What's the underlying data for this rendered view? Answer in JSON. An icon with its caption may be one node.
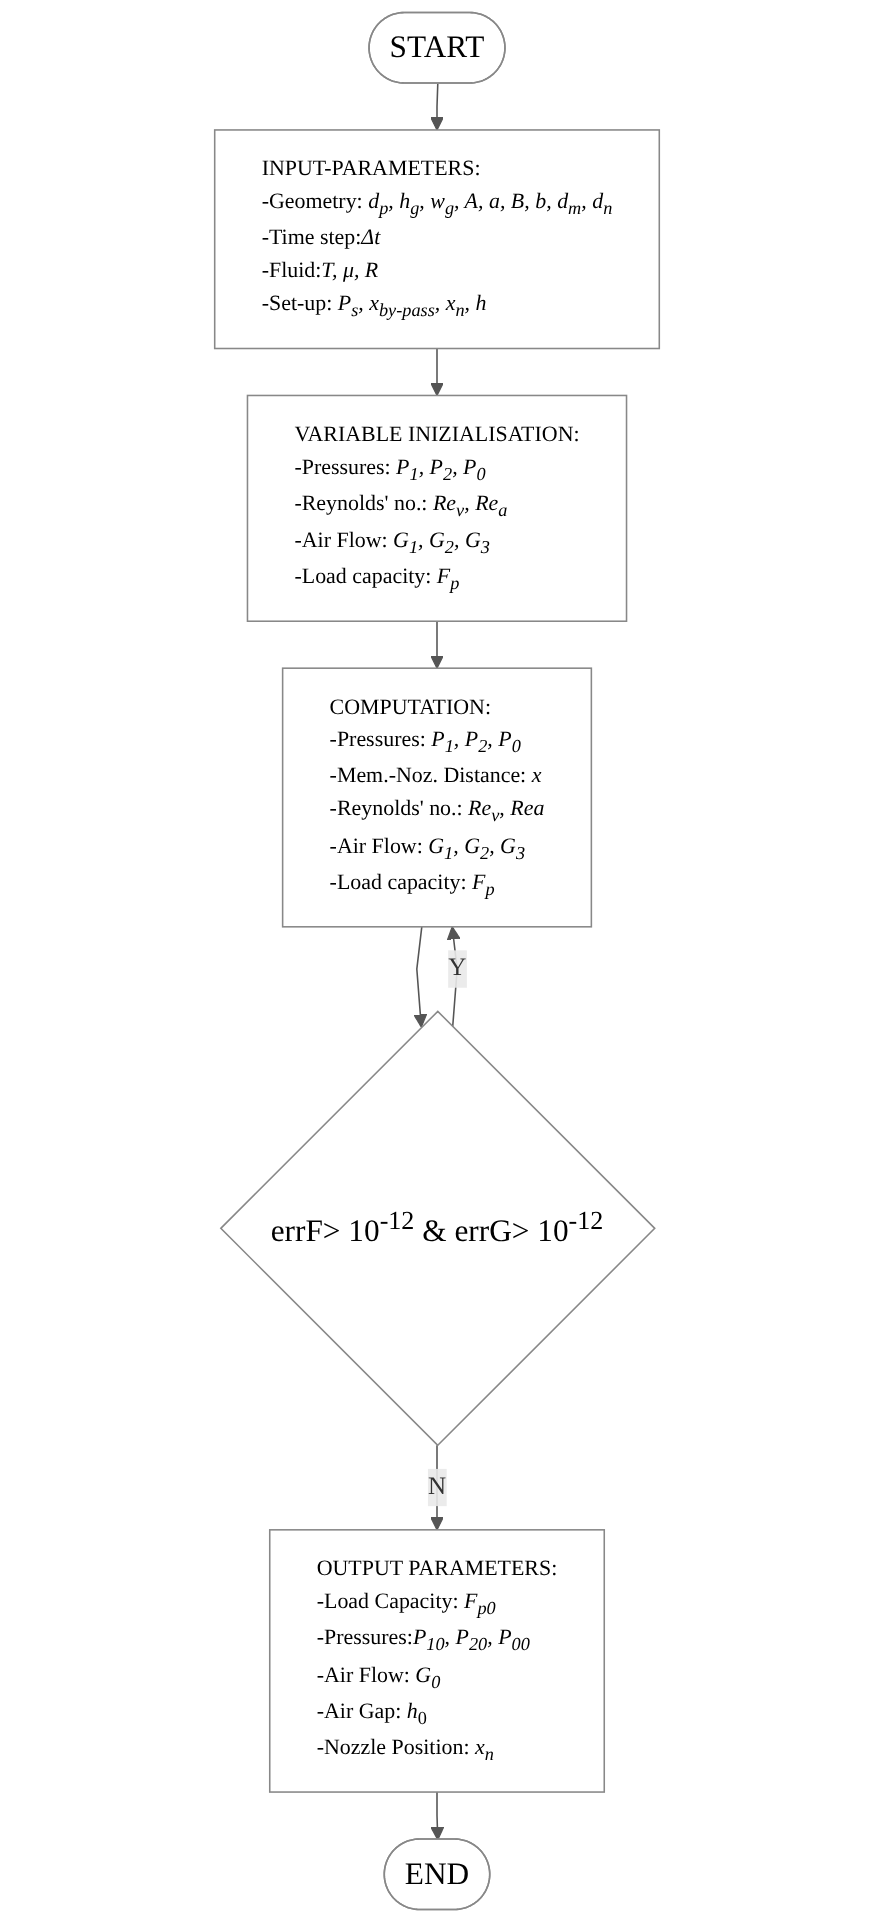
{
  "diagram": {
    "nodes": [
      {
        "text": [
          "START"
        ]
      },
      {
        "text": [
          "INPUT-PARAMETERS:",
          "-Geometry: *d$_{p}$, h$_{g}$, w$_{g}$, A, a, B, b, d$_{m}$, d$_{n}$*",
          "-Time step:*Δt*",
          "-Fluid:*T, μ, R*",
          "-Set-up: *P$_{s}$, x$_{by-pass}$, x$_{n}$, h*"
        ]
      },
      {
        "text": [
          "VARIABLE INIZIALISATION:",
          "-Pressures: *P$_{1}$, P$_{2}$, P$_{0}$*",
          "-Reynolds' no.: *Re$_{v}$, Re$_{a}$*",
          "-Air Flow: *G$_{1}$, G$_{2}$, G$_{3}$*",
          "-Load capacity: *F$_{p}$*"
        ]
      },
      {
        "text": [
          "COMPUTATION:",
          "-Pressures: *P$_{1}$, P$_{2}$, P$_{0}$*",
          "-Mem.-Noz. Distance: *x*",
          "-Reynolds' no.: *Re$_{v}$, Rea*",
          "-Air Flow: *G$_{1}$, G$_{2}$, G$_{3}$*",
          "-Load capacity: *F$_{p}$*"
        ]
      },
      {
        "text": [
          "errF> 10$^{-12}$ & errG> 10$^{-12}$"
        ]
      },
      {
        "text": [
          "OUTPUT PARAMETERS:",
          "-Load Capacity: *F$_{p0}$*",
          "-Pressures:*P$_{10}$, P$_{20}$, P$_{00}$*",
          "-Air Flow: *G$_{0}$*",
          "-Air Gap: *h*$_{0}$",
          "-Nozzle Position: *x$_{n}$*"
        ]
      },
      {
        "text": [
          "END"
        ]
      }
    ],
    "edges": [
      {
        "from": 0,
        "to": 1,
        "arrow": "to"
      },
      {
        "from": 1,
        "to": 2,
        "arrow": "to"
      },
      {
        "from": 2,
        "to": 3,
        "arrow": "to"
      },
      {
        "from": 3,
        "to": 4,
        "arrow": "to"
      },
      {
        "from": 4,
        "to": 3,
        "arrow": "to",
        "label": "Y"
      },
      {
        "from": 4,
        "to": 5,
        "arrow": "to",
        "label": "N"
      },
      {
        "from": 5,
        "to": 6,
        "arrow": "to"
      }
    ]
  }
}
